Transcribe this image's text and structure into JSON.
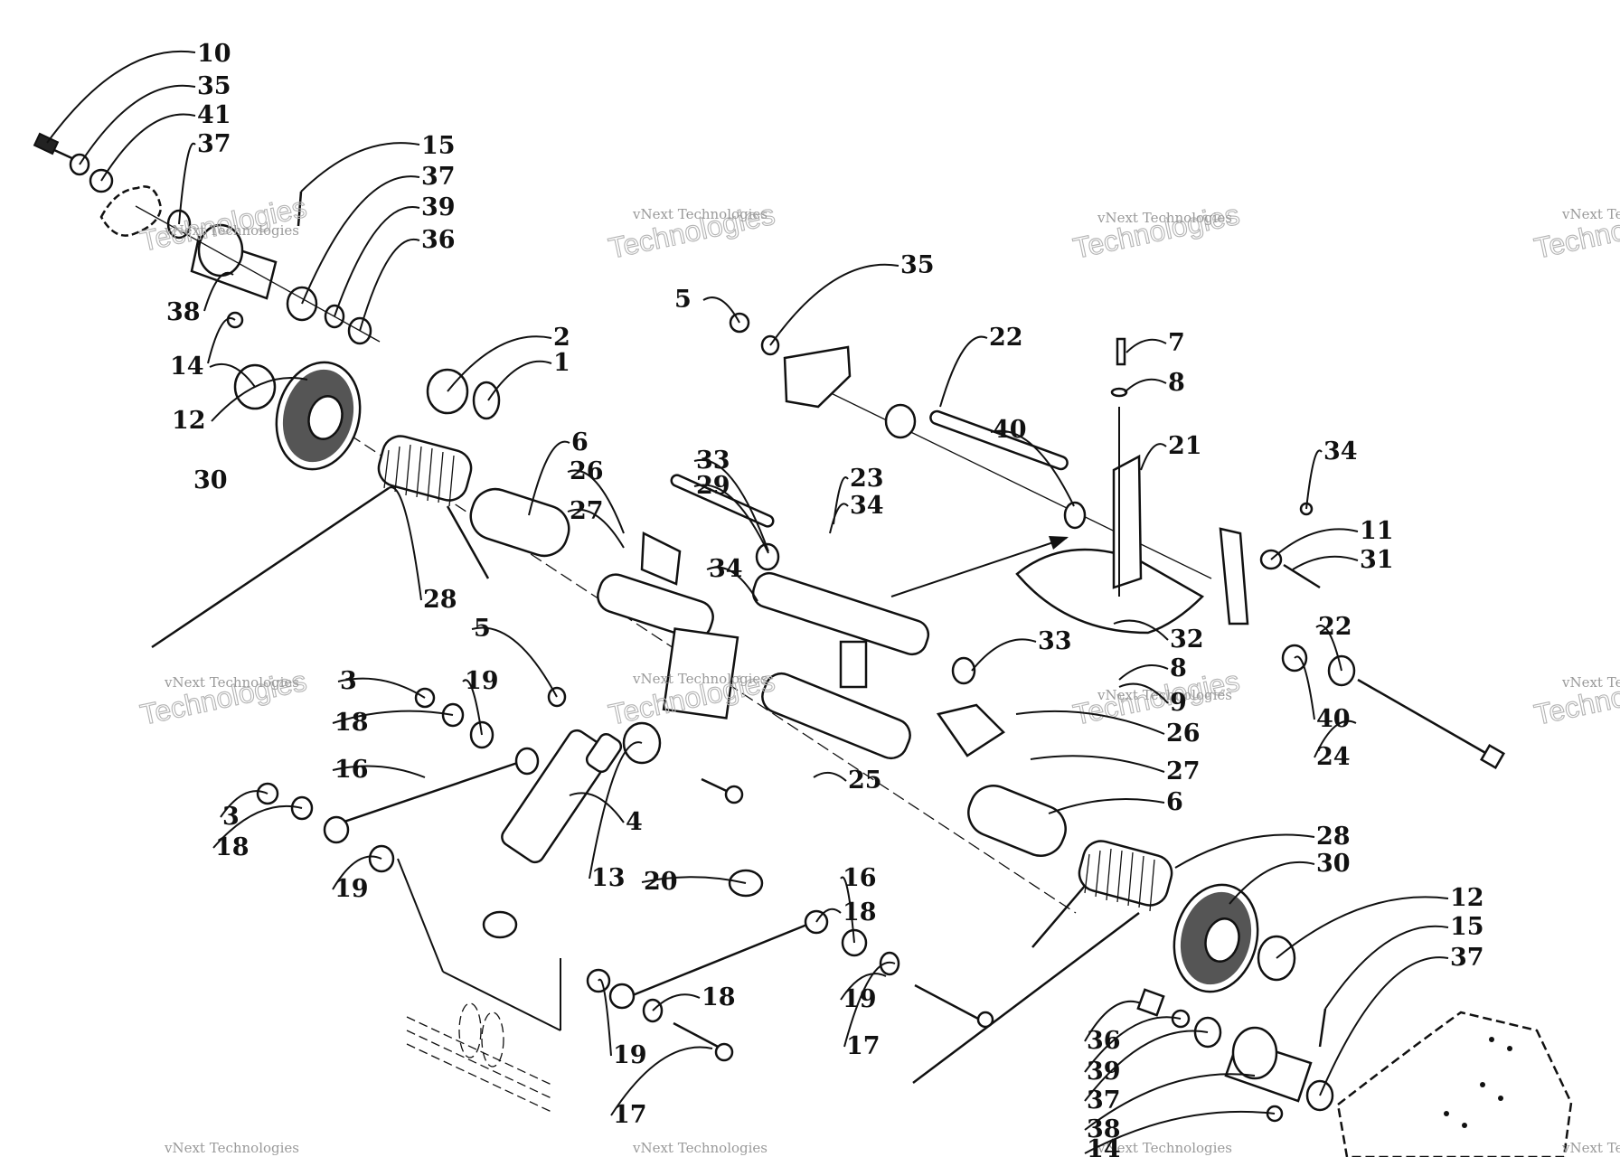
{
  "watermark": {
    "line1": "vNext Technologies",
    "line2": "Technologies"
  },
  "callouts": [
    "10",
    "35",
    "41",
    "37",
    "15",
    "37",
    "39",
    "36",
    "38",
    "14",
    "12",
    "30",
    "2",
    "1",
    "28",
    "6",
    "26",
    "27",
    "33",
    "29",
    "34",
    "34",
    "5",
    "35",
    "22",
    "7",
    "8",
    "40",
    "21",
    "23",
    "34",
    "11",
    "31",
    "33",
    "32",
    "8",
    "9",
    "22",
    "40",
    "24",
    "26",
    "27",
    "6",
    "5",
    "3",
    "18",
    "19",
    "16",
    "3",
    "18",
    "19",
    "4",
    "25",
    "13",
    "20",
    "16",
    "18",
    "19",
    "17",
    "19",
    "18",
    "17",
    "28",
    "30",
    "12",
    "15",
    "37",
    "36",
    "39",
    "37",
    "38",
    "14"
  ]
}
